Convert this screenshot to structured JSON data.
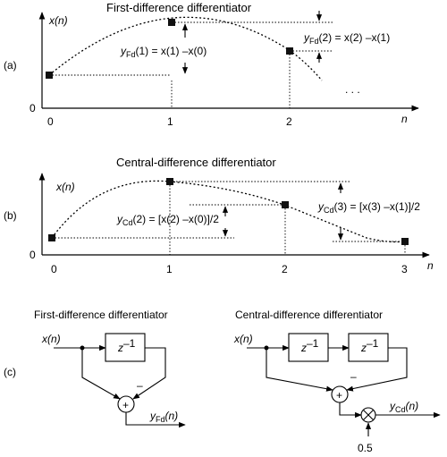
{
  "panel_a": {
    "tag": "(a)",
    "title": "First-difference differentiator",
    "y_axis": "x(n)",
    "origin": "0",
    "x_ticks": [
      "0",
      "1",
      "2"
    ],
    "x_axis": "n",
    "ellipsis": ". . .",
    "eq1_lhs": "y",
    "eq1_sub": "Fd",
    "eq1_rhs": "(1) = x(1) –x(0)",
    "eq2_lhs": "y",
    "eq2_sub": "Fd",
    "eq2_rhs": "(2) = x(2) –x(1)"
  },
  "panel_b": {
    "tag": "(b)",
    "title": "Central-difference differentiator",
    "y_axis": "x(n)",
    "origin": "0",
    "x_ticks": [
      "0",
      "1",
      "2",
      "3"
    ],
    "x_axis": "n",
    "eq1_lhs": "y",
    "eq1_sub": "Cd",
    "eq1_rhs": "(2) = [x(2) –x(0)]/2",
    "eq2_lhs": "y",
    "eq2_sub": "Cd",
    "eq2_rhs": "(3) = [x(3) –x(1)]/2"
  },
  "panel_c": {
    "tag": "(c)",
    "left_title": "First-difference differentiator",
    "right_title": "Central-difference differentiator",
    "input": "x(n)",
    "delay_base": "z",
    "delay_exp": "–1",
    "plus": "+",
    "minus": "–",
    "out_left_lhs": "y",
    "out_left_sub": "Fd",
    "out_left_arg": "(n)",
    "out_right_lhs": "y",
    "out_right_sub": "Cd",
    "out_right_arg": "(n)",
    "gain": "0.5"
  }
}
